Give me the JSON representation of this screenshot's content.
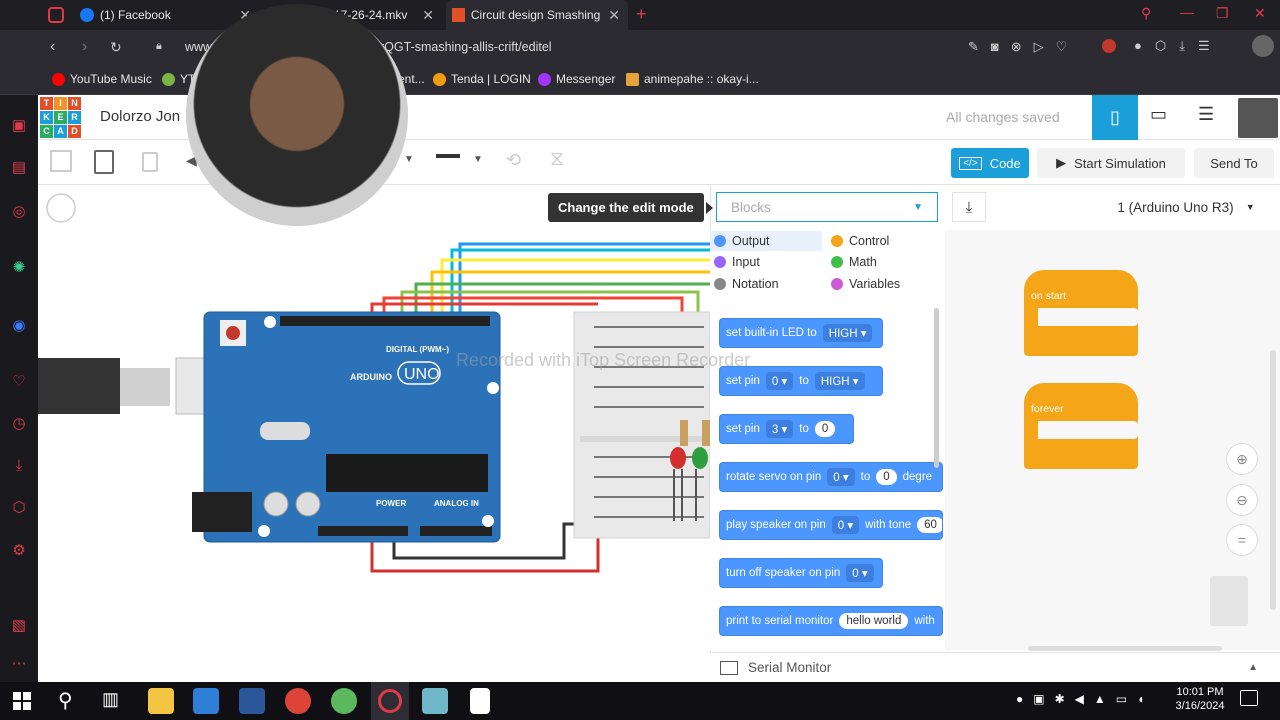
{
  "browser": {
    "tabs": [
      {
        "label": "(1) Facebook"
      },
      {
        "label": "17-26-24.mkv"
      },
      {
        "label": "Circuit design Smashing Al"
      }
    ],
    "url_prefix": "www",
    "url": "rQGT-smashing-allis-crift/editel",
    "bookmarks": [
      {
        "label": "YouTube Music"
      },
      {
        "label": "YT"
      },
      {
        "label": "ent..."
      },
      {
        "label": "Tenda | LOGIN"
      },
      {
        "label": "Messenger"
      },
      {
        "label": "animepahe :: okay-i..."
      }
    ]
  },
  "tinkercad": {
    "logo": [
      "T",
      "I",
      "N",
      "K",
      "E",
      "R",
      "C",
      "A",
      "D"
    ],
    "project_name": "Dolorzo Jon",
    "save_status": "All changes saved",
    "code_button": "Code",
    "start_sim_button": "Start Simulation",
    "send_to_button": "Send To"
  },
  "code_panel": {
    "tooltip": "Change the edit mode",
    "mode_select": "Blocks",
    "device_select": "1 (Arduino Uno R3)",
    "categories": [
      {
        "label": "Output",
        "color": "#4c97ff"
      },
      {
        "label": "Control",
        "color": "#f4a518"
      },
      {
        "label": "Input",
        "color": "#9966ff"
      },
      {
        "label": "Math",
        "color": "#40bf4a"
      },
      {
        "label": "Notation",
        "color": "#888888"
      },
      {
        "label": "Variables",
        "color": "#cc5bd3"
      }
    ],
    "blocks": {
      "b1": {
        "text": "set built-in LED to",
        "dd": "HIGH"
      },
      "b2": {
        "text": "set pin",
        "pin": "0",
        "to": "to",
        "dd": "HIGH"
      },
      "b3": {
        "text": "set pin",
        "pin": "3",
        "to": "to",
        "val": "0"
      },
      "b4": {
        "text": "rotate servo on pin",
        "pin": "0",
        "to": "to",
        "val": "0",
        "tail": "degre"
      },
      "b5": {
        "text": "play speaker on pin",
        "pin": "0",
        "mid": "with tone",
        "val": "60"
      },
      "b6": {
        "text": "turn off speaker on pin",
        "pin": "0"
      },
      "b7": {
        "text": "print to serial monitor",
        "val": "hello world",
        "tail": "with"
      }
    },
    "canvas": {
      "on_start": "on start",
      "forever": "forever"
    },
    "serial_monitor": "Serial Monitor"
  },
  "circuit": {
    "board_label": "ARDUINO",
    "uno_label": "UNO",
    "digital_label": "DIGITAL (PWM~)",
    "power_label": "POWER",
    "analog_label": "ANALOG IN"
  },
  "watermark": "Recorded with iTop Screen Recorder",
  "taskbar": {
    "time": "10:01 PM",
    "date": "3/16/2024"
  }
}
